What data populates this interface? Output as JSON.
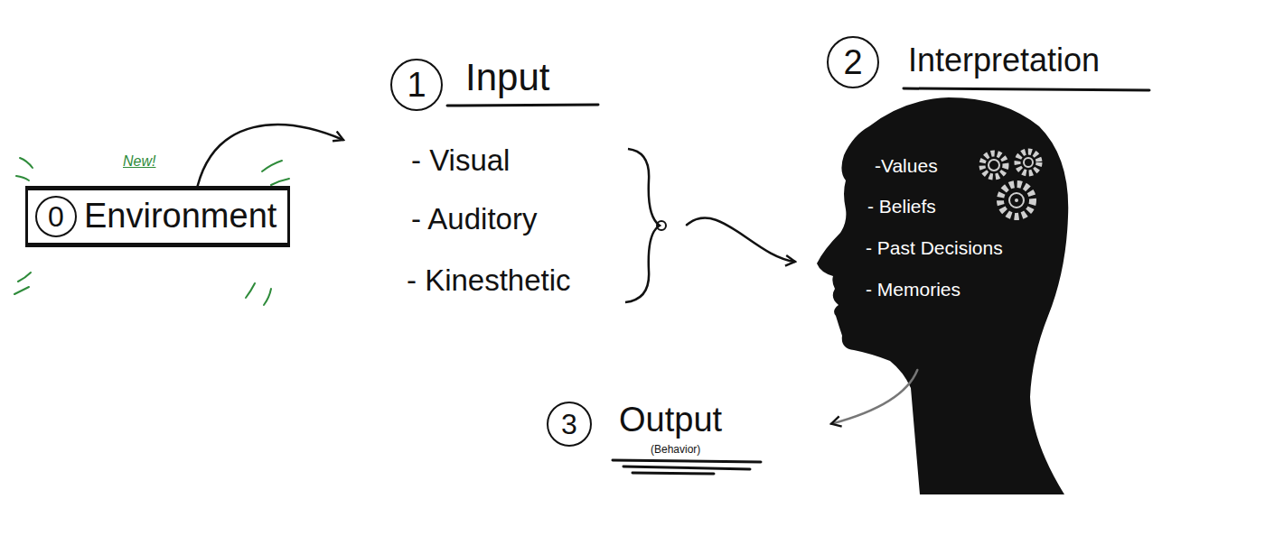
{
  "diagram": {
    "nodes": [
      {
        "text": [
          "0",
          "Environment"
        ]
      },
      {
        "text": [
          "1",
          "Input",
          "- Visual",
          "- Auditory",
          "- Kinesthetic"
        ]
      },
      {
        "text": [
          "2",
          "Interpretation",
          "-Values",
          "- Beliefs",
          "- Past Decisions",
          "- Memories"
        ]
      },
      {
        "text": [
          "3",
          "Output",
          "(Behavior)"
        ]
      }
    ],
    "edges": [
      {
        "from": 0,
        "to": 1,
        "arrow": "to"
      },
      {
        "from": 1,
        "to": 2,
        "arrow": "to"
      },
      {
        "from": 2,
        "to": 3,
        "arrow": "to"
      }
    ],
    "labels": [
      "New!"
    ]
  }
}
